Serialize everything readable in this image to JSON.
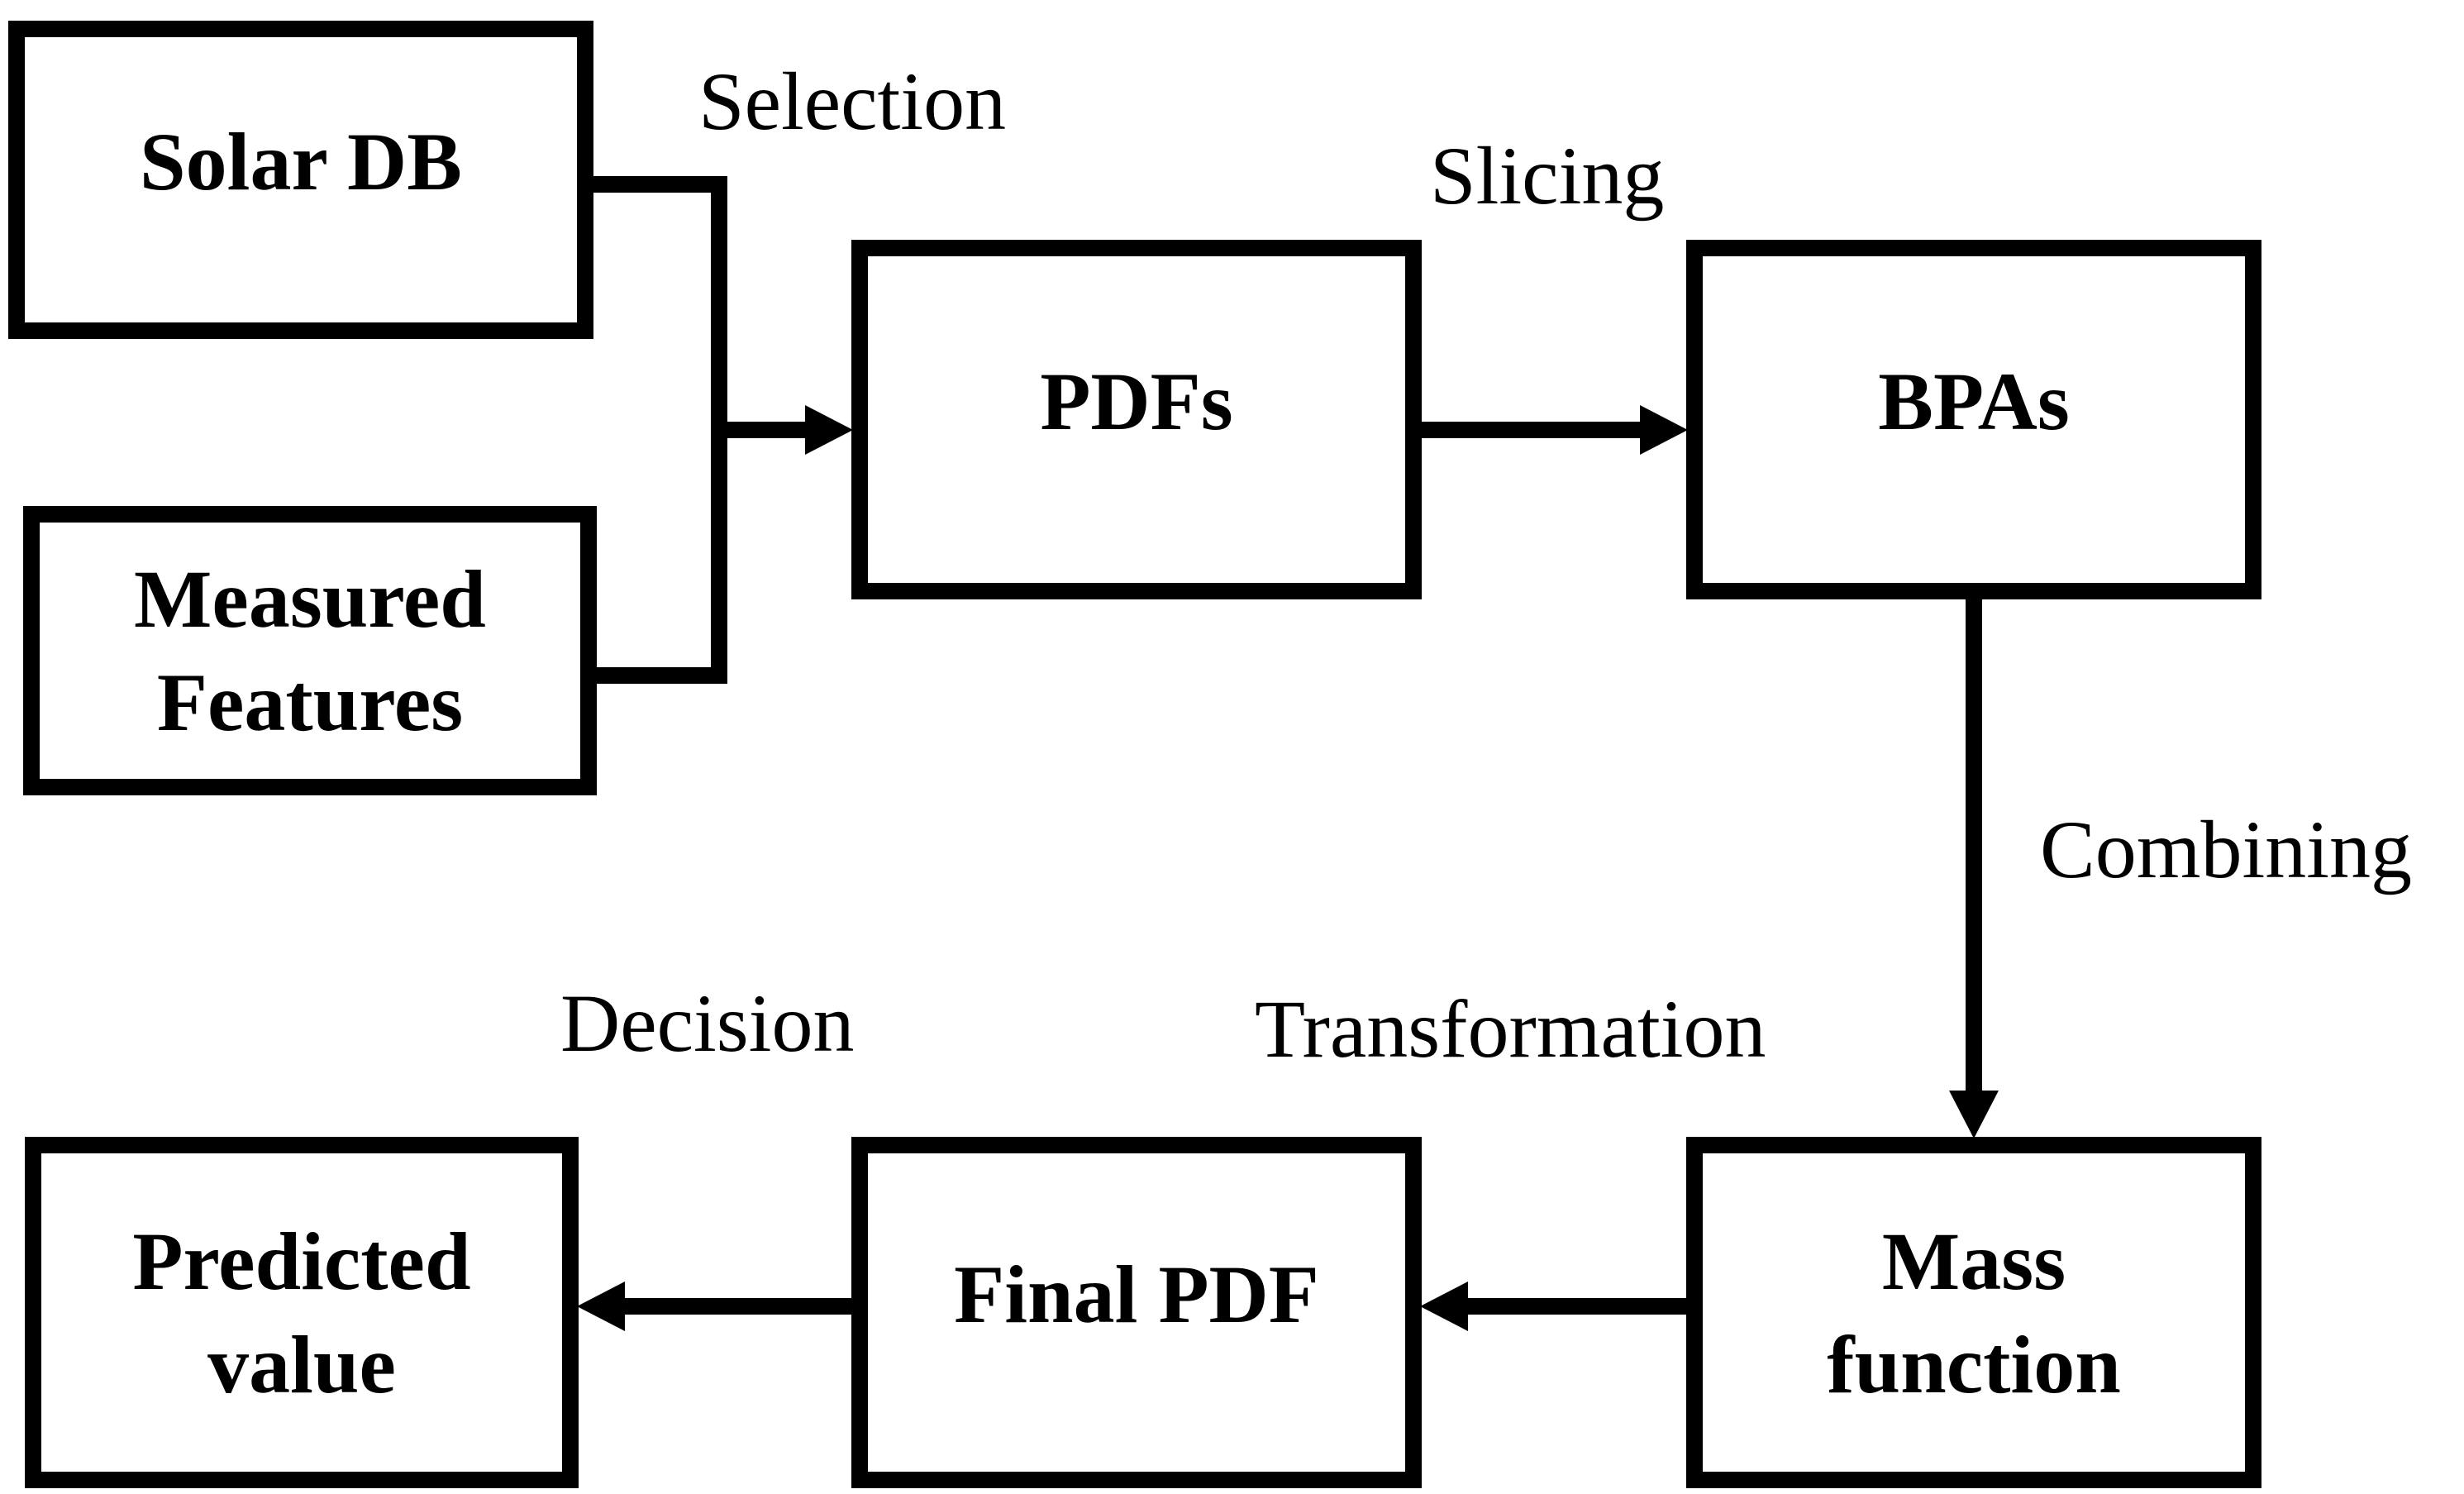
{
  "colors": {
    "background": "#ffffff",
    "line": "#000000",
    "text": "#000000"
  },
  "boxes": {
    "solar_db": {
      "label": "Solar DB"
    },
    "measured_features": {
      "line1": "Measured",
      "line2": "Features"
    },
    "pdfs": {
      "label": "PDFs"
    },
    "bpas": {
      "label": "BPAs"
    },
    "mass_function": {
      "line1": "Mass",
      "line2": "function"
    },
    "final_pdf": {
      "label": "Final PDF"
    },
    "predicted_value": {
      "line1": "Predicted",
      "line2": "value"
    }
  },
  "labels": {
    "selection": "Selection",
    "slicing": "Slicing",
    "combining": "Combining",
    "transformation": "Transformation",
    "decision": "Decision"
  }
}
